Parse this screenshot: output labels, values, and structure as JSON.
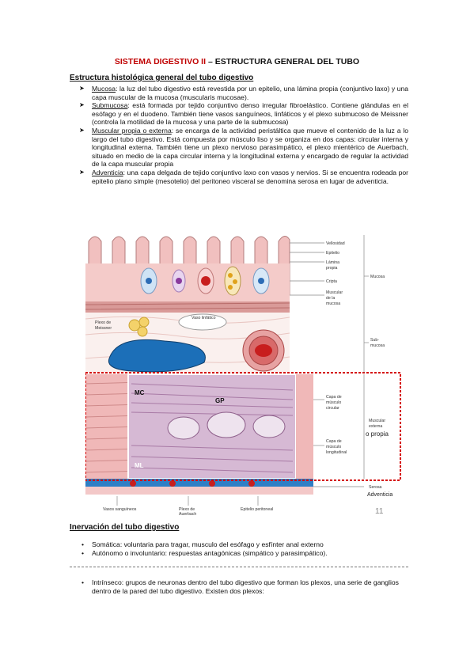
{
  "title": {
    "part1": "SISTEMA DIGESTIVO II",
    "part2": " – ESTRUCTURA GENERAL DEL TUBO"
  },
  "section1": {
    "heading": "Estructura histológica general del tubo digestivo",
    "items": [
      {
        "term": "Mucosa",
        "text": ": la luz del tubo digestivo está revestida por un epitelio, una lámina propia (conjuntivo laxo) y una capa muscular de la mucosa (muscularis mucosae)."
      },
      {
        "term": "Submucosa",
        "text": ": está formada por tejido conjuntivo denso irregular fibroelástico. Contiene glándulas en el esófago y en el duodeno. También tiene vasos sanguíneos, linfáticos y el plexo submucoso de Meissner (controla la motilidad de la mucosa y una parte de la submucosa)"
      },
      {
        "term": "Muscular propia o externa",
        "text": ": se encarga de la actividad peristáltica que mueve el contenido de la luz a lo largo del tubo digestivo. Está compuesta por músculo liso y se organiza en dos capas: circular interna y longitudinal externa. También tiene un plexo nervioso parasimpático, el plexo mientérico de Auerbach, situado en medio de la capa circular interna y la longitudinal externa y encargado de regular la actividad de la capa muscular propia"
      },
      {
        "term": "Adventicia",
        "text": ": una capa delgada de tejido conjuntivo laxo con vasos y nervios. Si se encuentra rodeada por epitelio plano simple (mesotelio) del peritoneo visceral se denomina serosa en lugar de adventicia."
      }
    ]
  },
  "figure": {
    "labels": {
      "vellosidad": "Vellosidad",
      "epitelio": "Epitelio",
      "lamina": "Lámina",
      "propia": "propia",
      "cripta": "Cripta",
      "muscular_mucosa_1": "Muscular",
      "muscular_mucosa_2": "de la",
      "muscular_mucosa_3": "mucosa",
      "mucosa": "Mucosa",
      "plexo_meissner_1": "Plexo de",
      "plexo_meissner_2": "Meissner",
      "vaso_linfatico": "Vaso linfático",
      "sub": "Sub-",
      "mucosa2": "mucosa",
      "mc": "MC",
      "gp": "GP",
      "ml": "ML",
      "capa_circ_1": "Capa de",
      "capa_circ_2": "músculo",
      "capa_circ_3": "circular",
      "capa_long_1": "Capa de",
      "capa_long_2": "músculo",
      "capa_long_3": "longitudinal",
      "muscular_externa_1": "Muscular",
      "muscular_externa_2": "externa",
      "o_propia": "o propia",
      "serosa": "Serosa",
      "adventicia": "Adventicia",
      "vasos": "Vasos sanguíneos",
      "plexo_auerbach_1": "Plexo de",
      "plexo_auerbach_2": "Auerbach",
      "epitelio_peritoneal": "Epitelio peritoneal",
      "page_number": "11"
    }
  },
  "section2": {
    "heading": "Inervación del tubo digestivo",
    "items": [
      "Somática: voluntaria para tragar, musculo del esófago y esfínter anal externo",
      "Autónomo o involuntario: respuestas antagónicas (simpático y parasimpático)."
    ],
    "items2": [
      "Intrínseco: grupos de neuronas dentro del tubo digestivo que forman los plexos, una serie de ganglios dentro de la pared del tubo digestivo. Existen dos plexos:"
    ]
  },
  "colors": {
    "title_red": "#c00000",
    "mucosa_pink": "#f2c4c4",
    "vessel_blue": "#1c6fb8",
    "vessel_red": "#c81e1e",
    "highlight_red": "#d40000"
  }
}
